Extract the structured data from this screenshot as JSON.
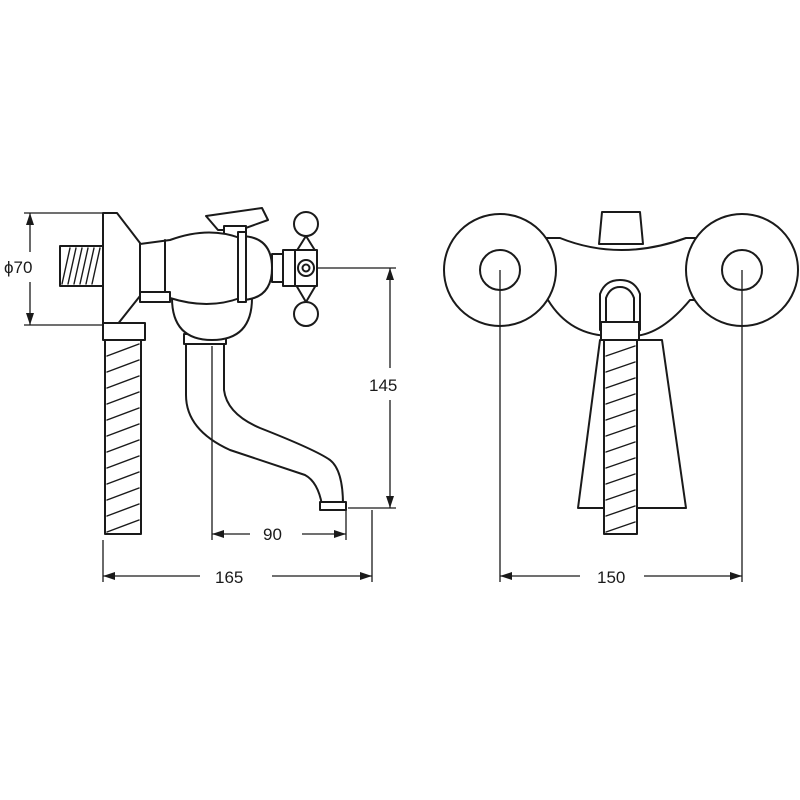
{
  "dimensions": {
    "diameter": "ϕ70",
    "height": "145",
    "spout_reach": "90",
    "overall_depth": "165",
    "centers": "150"
  }
}
